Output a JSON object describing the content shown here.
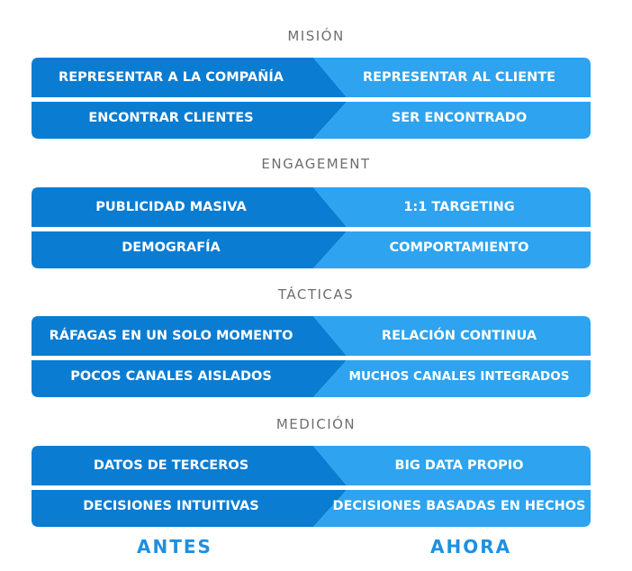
{
  "colors": {
    "left_fill": "#0a7cd1",
    "right_fill": "#2ea3ef",
    "title_text": "#6e6e6e",
    "footer_text": "#1f8fe0"
  },
  "sections": [
    {
      "title": "MISIÓN",
      "rows": [
        {
          "antes": "REPRESENTAR A LA COMPAÑÍA",
          "ahora": "REPRESENTAR AL CLIENTE"
        },
        {
          "antes": "ENCONTRAR CLIENTES",
          "ahora": "SER ENCONTRADO"
        }
      ]
    },
    {
      "title": "ENGAGEMENT",
      "rows": [
        {
          "antes": "PUBLICIDAD MASIVA",
          "ahora": "1:1 TARGETING"
        },
        {
          "antes": "DEMOGRAFÍA",
          "ahora": "COMPORTAMIENTO"
        }
      ]
    },
    {
      "title": "TÁCTICAS",
      "rows": [
        {
          "antes": "RÁFAGAS EN UN SOLO MOMENTO",
          "ahora": "RELACIÓN CONTINUA"
        },
        {
          "antes": "POCOS CANALES AISLADOS",
          "ahora": "MUCHOS CANALES INTEGRADOS"
        }
      ]
    },
    {
      "title": "MEDICIÓN",
      "rows": [
        {
          "antes": "DATOS DE TERCEROS",
          "ahora": "BIG DATA PROPIO"
        },
        {
          "antes": "DECISIONES INTUITIVAS",
          "ahora": "DECISIONES BASADAS EN HECHOS"
        }
      ]
    }
  ],
  "footer": {
    "antes": "ANTES",
    "ahora": "AHORA"
  }
}
